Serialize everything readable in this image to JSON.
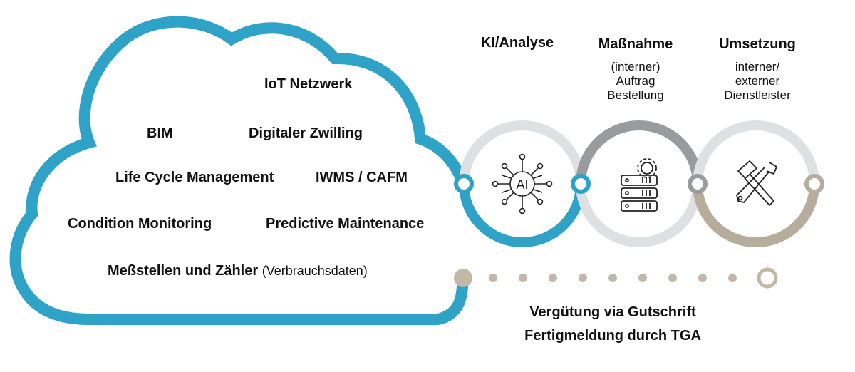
{
  "cloud": {
    "items": {
      "iot": "IoT Netzwerk",
      "bim": "BIM",
      "twin": "Digitaler Zwilling",
      "lcm": "Life Cycle Management",
      "iwms": "IWMS / CAFM",
      "condition": "Condition Monitoring",
      "predictive": "Predictive Maintenance",
      "meter_main": "Meßstellen und Zähler",
      "meter_sub": "(Verbrauchsdaten)"
    }
  },
  "stages": [
    {
      "title": "KI/Analyse",
      "lines": [],
      "icon": "ai-chip-icon"
    },
    {
      "title": "Maßnahme",
      "lines": [
        "(interner)",
        "Auftrag",
        "Bestellung"
      ],
      "icon": "server-gear-icon"
    },
    {
      "title": "Umsetzung",
      "lines": [
        "interner/",
        "externer",
        "Dienstleister"
      ],
      "icon": "hammer-wrench-icon"
    }
  ],
  "footer": {
    "line1": "Vergütung via Gutschrift",
    "line2": "Fertigmeldung durch TGA"
  },
  "colors": {
    "cloud_blue": "#2ea3c7",
    "ring_light": "#dfe0e2",
    "ring_dark": "#9a9b9d",
    "ring_tan": "#b6ad9d",
    "dot_tan": "#c2b8a8"
  }
}
